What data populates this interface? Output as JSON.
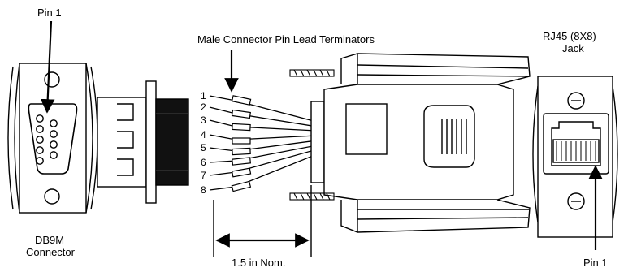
{
  "labels": {
    "db9_pin1": "Pin 1",
    "db9_name_line1": "DB9M",
    "db9_name_line2": "Connector",
    "terminators": "Male Connector Pin Lead Terminators",
    "rj45_line1": "RJ45  (8X8)",
    "rj45_line2": "Jack",
    "rj45_pin1": "Pin 1",
    "dimension": "1.5 in Nom."
  },
  "pin_numbers": [
    "1",
    "2",
    "3",
    "4",
    "5",
    "6",
    "7",
    "8"
  ],
  "colors": {
    "ink": "#000000",
    "fill_dark": "#111111",
    "fill_light": "#ffffff"
  }
}
